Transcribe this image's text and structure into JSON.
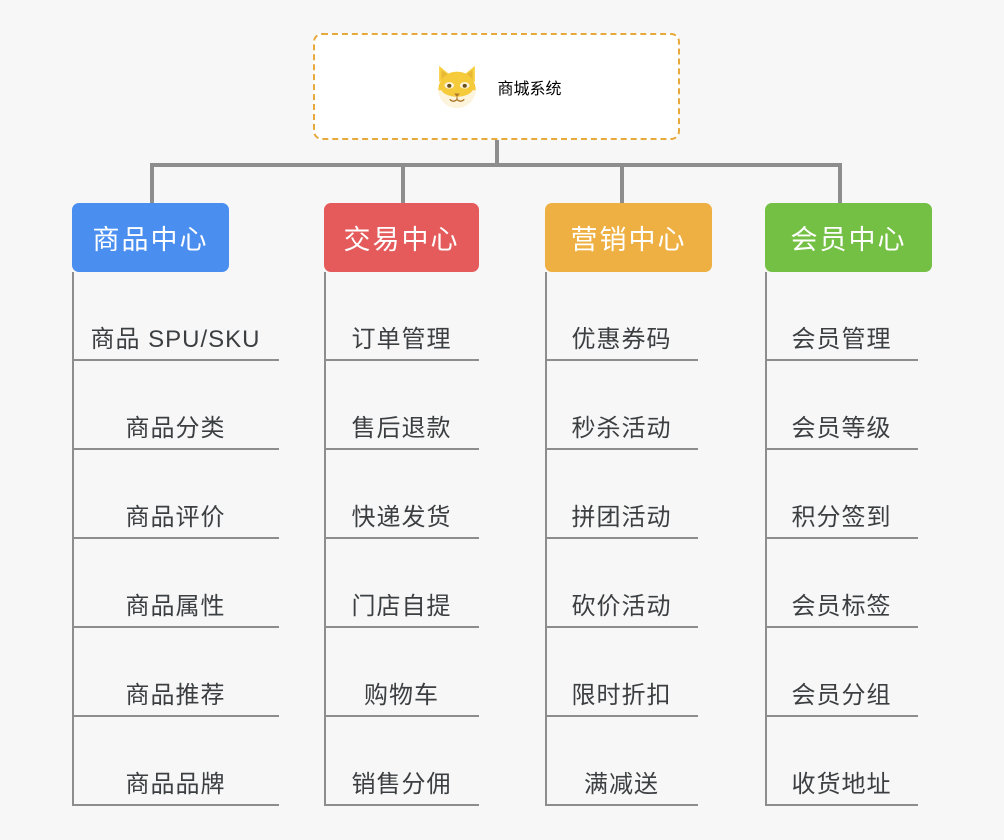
{
  "root": {
    "title": "商城系统",
    "emoji_name": "shiba-inu-dog-face",
    "border_color": "#e8a93c",
    "title_color": "#e3a93e",
    "background": "#ffffff"
  },
  "canvas": {
    "background": "#f7f7f7",
    "connector_color": "#8d8d8d"
  },
  "columns": [
    {
      "header": "商品中心",
      "color": "#4a8ef0",
      "items": [
        "商品 SPU/SKU",
        "商品分类",
        "商品评价",
        "商品属性",
        "商品推荐",
        "商品品牌"
      ]
    },
    {
      "header": "交易中心",
      "color": "#e55b5b",
      "items": [
        "订单管理",
        "售后退款",
        "快递发货",
        "门店自提",
        "购物车",
        "销售分佣"
      ]
    },
    {
      "header": "营销中心",
      "color": "#eeb042",
      "items": [
        "优惠券码",
        "秒杀活动",
        "拼团活动",
        "砍价活动",
        "限时折扣",
        "满减送"
      ]
    },
    {
      "header": "会员中心",
      "color": "#74c044",
      "items": [
        "会员管理",
        "会员等级",
        "积分签到",
        "会员标签",
        "会员分组",
        "收货地址"
      ]
    }
  ]
}
